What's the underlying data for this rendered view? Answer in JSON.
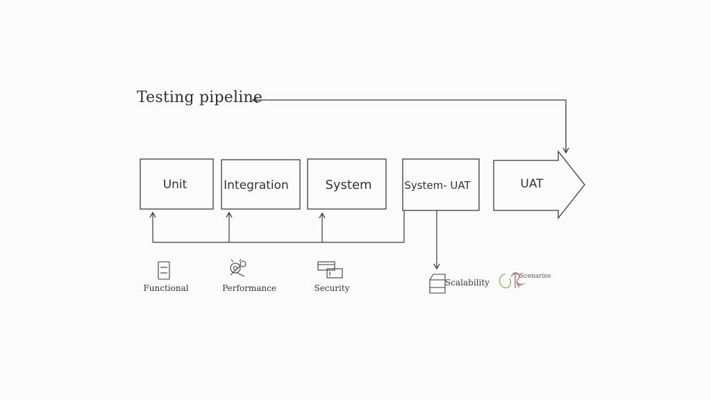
{
  "title": "Testing pipeline",
  "stages": [
    {
      "label": "Unit"
    },
    {
      "label": "Integration"
    },
    {
      "label": "System"
    },
    {
      "label": "System- UAT"
    },
    {
      "label": "UAT"
    }
  ],
  "test_types": [
    {
      "label": "Functional",
      "icon": "server-icon"
    },
    {
      "label": "Performance",
      "icon": "gears-icon"
    },
    {
      "label": "Security",
      "icon": "window-icon"
    },
    {
      "label": "Scalability",
      "icon": "box-icon"
    },
    {
      "label": "Scenarios",
      "icon": "colorful-doodle-icon"
    }
  ],
  "colors": {
    "stroke": "#3a3a3a",
    "accent_green": "#7db34a",
    "accent_pink": "#d9508a"
  }
}
